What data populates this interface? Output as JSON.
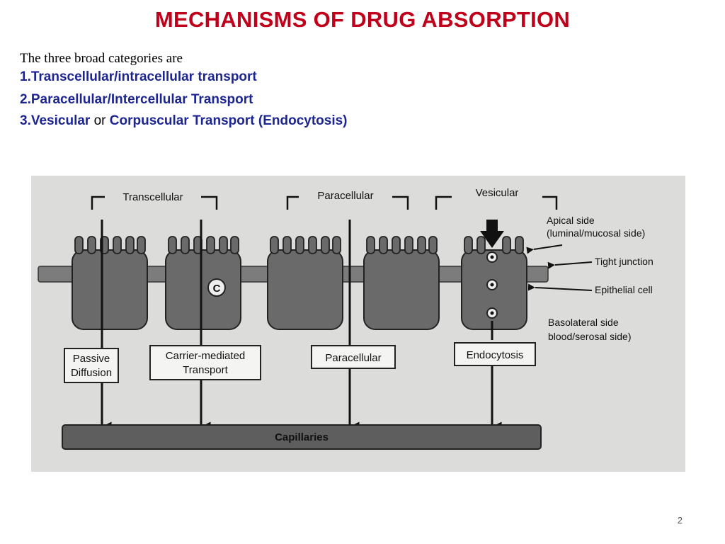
{
  "slide": {
    "title": "MECHANISMS OF DRUG ABSORPTION",
    "intro": "The three broad categories are",
    "items": [
      {
        "number": "1.",
        "text": "Transcellular/intracellular transport"
      },
      {
        "number": "2.",
        "text": "Paracellular/Intercellular Transport"
      },
      {
        "number": "3.",
        "text_a": "Vesicular",
        "connector": "or",
        "text_b": "Corpuscular Transport (Endocytosis)"
      }
    ],
    "page_number": "2"
  },
  "diagram": {
    "groups": [
      "Transcellular",
      "Paracellular",
      "Vesicular"
    ],
    "boxes": {
      "passive_line1": "Passive",
      "passive_line2": "Diffusion",
      "carrier_line1": "Carrier-mediated",
      "carrier_line2": "Transport",
      "paracellular": "Paracellular",
      "endocytosis": "Endocytosis"
    },
    "carrier_symbol": "C",
    "capillaries": "Capillaries",
    "side_labels": {
      "apical_line1": "Apical side",
      "apical_line2": "(luminal/mucosal side)",
      "tight_junction": "Tight junction",
      "epithelial_cell": "Epithelial cell",
      "basolateral_line1": "Basolateral side",
      "basolateral_line2": "blood/serosal side)"
    },
    "colors": {
      "title": "#c0001b",
      "items": "#1c2590",
      "paper": "#dcdcda",
      "cell": "#6a6a6a"
    }
  }
}
